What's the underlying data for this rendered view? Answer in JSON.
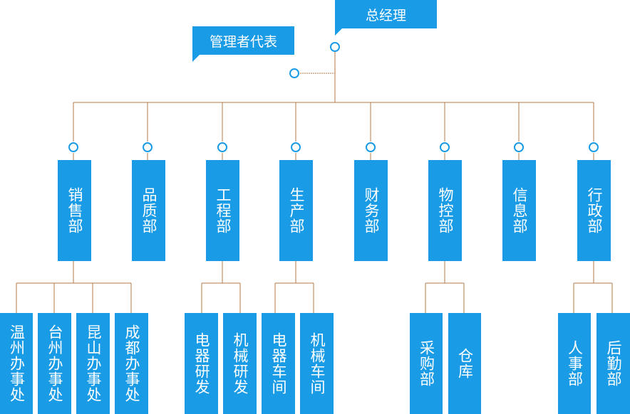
{
  "top": {
    "gm": "总经理",
    "rep": "管理者代表"
  },
  "departments": [
    {
      "name": "销售部",
      "children": [
        "温州办事处",
        "台州办事处",
        "昆山办事处",
        "成都办事处"
      ]
    },
    {
      "name": "品质部",
      "children": []
    },
    {
      "name": "工程部",
      "children": [
        "电器研发",
        "机械研发"
      ]
    },
    {
      "name": "生产部",
      "children": [
        "电器车间",
        "机械车间"
      ]
    },
    {
      "name": "财务部",
      "children": []
    },
    {
      "name": "物控部",
      "children": [
        "采购部",
        "仓库"
      ]
    },
    {
      "name": "信息部",
      "children": []
    },
    {
      "name": "行政部",
      "children": [
        "人事部",
        "后勤部"
      ]
    }
  ],
  "colors": {
    "box": "#1a9be6",
    "line": "#b07a4a"
  }
}
